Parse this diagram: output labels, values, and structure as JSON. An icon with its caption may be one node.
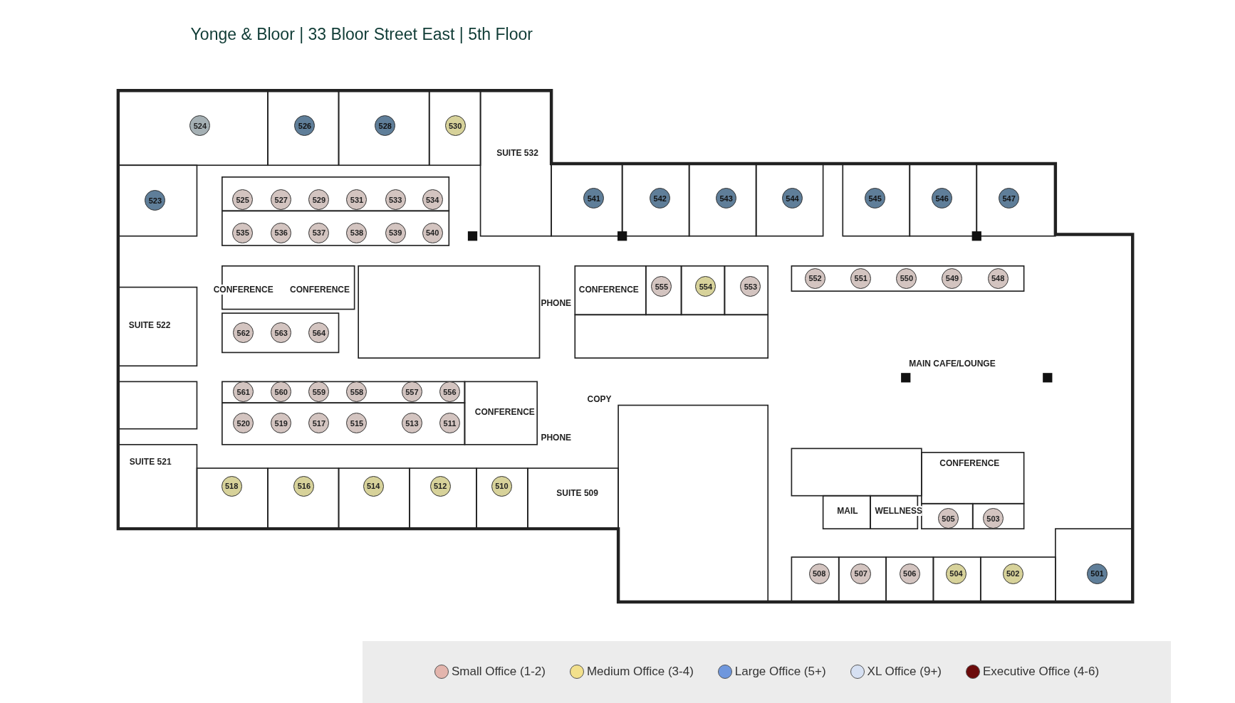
{
  "diagram": {
    "title": "Yonge & Bloor | 33 Bloor Street East | 5th Floor",
    "nodes": [
      {
        "text": [
          "524"
        ]
      },
      {
        "text": [
          "526"
        ]
      },
      {
        "text": [
          "528"
        ]
      },
      {
        "text": [
          "530"
        ]
      },
      {
        "text": [
          "523"
        ]
      },
      {
        "text": [
          "525"
        ]
      },
      {
        "text": [
          "527"
        ]
      },
      {
        "text": [
          "529"
        ]
      },
      {
        "text": [
          "531"
        ]
      },
      {
        "text": [
          "533"
        ]
      },
      {
        "text": [
          "534"
        ]
      },
      {
        "text": [
          "535"
        ]
      },
      {
        "text": [
          "536"
        ]
      },
      {
        "text": [
          "537"
        ]
      },
      {
        "text": [
          "538"
        ]
      },
      {
        "text": [
          "539"
        ]
      },
      {
        "text": [
          "540"
        ]
      },
      {
        "text": [
          "541"
        ]
      },
      {
        "text": [
          "542"
        ]
      },
      {
        "text": [
          "543"
        ]
      },
      {
        "text": [
          "544"
        ]
      },
      {
        "text": [
          "545"
        ]
      },
      {
        "text": [
          "546"
        ]
      },
      {
        "text": [
          "547"
        ]
      },
      {
        "text": [
          "552"
        ]
      },
      {
        "text": [
          "551"
        ]
      },
      {
        "text": [
          "550"
        ]
      },
      {
        "text": [
          "549"
        ]
      },
      {
        "text": [
          "548"
        ]
      },
      {
        "text": [
          "555"
        ]
      },
      {
        "text": [
          "554"
        ]
      },
      {
        "text": [
          "553"
        ]
      },
      {
        "text": [
          "562"
        ]
      },
      {
        "text": [
          "563"
        ]
      },
      {
        "text": [
          "564"
        ]
      },
      {
        "text": [
          "561"
        ]
      },
      {
        "text": [
          "560"
        ]
      },
      {
        "text": [
          "559"
        ]
      },
      {
        "text": [
          "558"
        ]
      },
      {
        "text": [
          "557"
        ]
      },
      {
        "text": [
          "556"
        ]
      },
      {
        "text": [
          "520"
        ]
      },
      {
        "text": [
          "519"
        ]
      },
      {
        "text": [
          "517"
        ]
      },
      {
        "text": [
          "515"
        ]
      },
      {
        "text": [
          "513"
        ]
      },
      {
        "text": [
          "511"
        ]
      },
      {
        "text": [
          "518"
        ]
      },
      {
        "text": [
          "516"
        ]
      },
      {
        "text": [
          "514"
        ]
      },
      {
        "text": [
          "512"
        ]
      },
      {
        "text": [
          "510"
        ]
      },
      {
        "text": [
          "505"
        ]
      },
      {
        "text": [
          "503"
        ]
      },
      {
        "text": [
          "508"
        ]
      },
      {
        "text": [
          "507"
        ]
      },
      {
        "text": [
          "506"
        ]
      },
      {
        "text": [
          "504"
        ]
      },
      {
        "text": [
          "502"
        ]
      },
      {
        "text": [
          "501"
        ]
      }
    ],
    "labels": [
      "SUITE 532",
      "CONFERENCE",
      "CONFERENCE",
      "SUITE 522",
      "CONFERENCE",
      "PHONE",
      "MAIN CAFE/LOUNGE",
      "COPY",
      "CONFERENCE",
      "PHONE",
      "SUITE 521",
      "CONFERENCE",
      "SUITE 509",
      "MAIL",
      "WELLNESS"
    ],
    "legend": [
      {
        "text": "Small Office (1-2)",
        "color": "#e3b5ad"
      },
      {
        "text": "Medium Office (3-4)",
        "color": "#f2e08c"
      },
      {
        "text": "Large Office (5+)",
        "color": "#6f97dd"
      },
      {
        "text": "XL Office (9+)",
        "color": "#d6e0f2"
      },
      {
        "text": "Executive Office (4-6)",
        "color": "#6b0a0a"
      }
    ]
  }
}
